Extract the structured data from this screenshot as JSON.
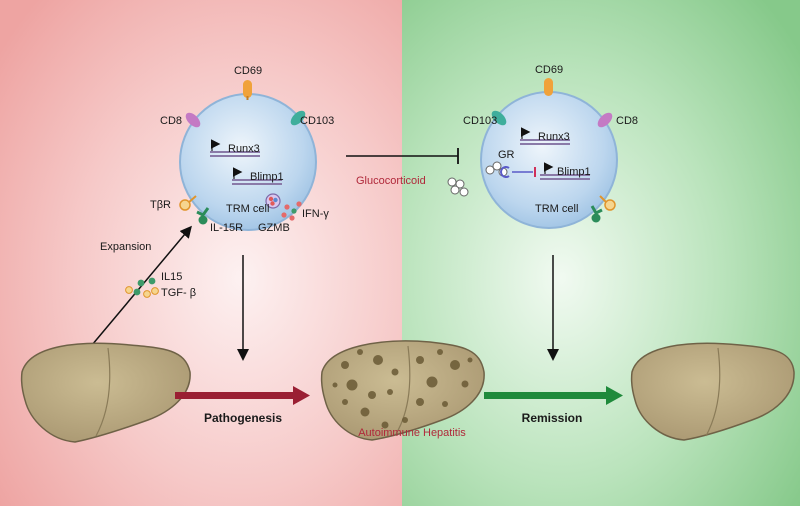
{
  "colors": {
    "left_panel": "#f0a9a6",
    "right_panel": "#8fcf92",
    "cell_fill": "#b9d4ec",
    "liver": "#b5a47c",
    "pathogenesis_arrow": "#9a1f33",
    "remission_arrow": "#1f8a3b",
    "red_text": "#b0283a"
  },
  "left_cell": {
    "markers": {
      "cd69": "CD69",
      "cd8": "CD8",
      "cd103": "CD103",
      "tbr": "TβR",
      "il15r": "IL-15R"
    },
    "genes": {
      "runx3": "Runx3",
      "blimp1": "Blimp1"
    },
    "name": "TRM cell",
    "secreted": {
      "ifng": "IFN-γ",
      "gzmb": "GZMB"
    }
  },
  "right_cell": {
    "markers": {
      "cd69": "CD69",
      "cd103": "CD103",
      "cd8": "CD8",
      "gr": "GR"
    },
    "genes": {
      "runx3": "Runx3",
      "blimp1": "Blimp1"
    },
    "name": "TRM cell"
  },
  "cytokines": {
    "il15": "IL15",
    "tgfb": "TGF- β"
  },
  "labels": {
    "expansion": "Expansion",
    "glucocorticoid": "Glucocorticoid",
    "pathogenesis": "Pathogenesis",
    "autoimmune": "Autoimmune Hepatitis",
    "remission": "Remission"
  }
}
